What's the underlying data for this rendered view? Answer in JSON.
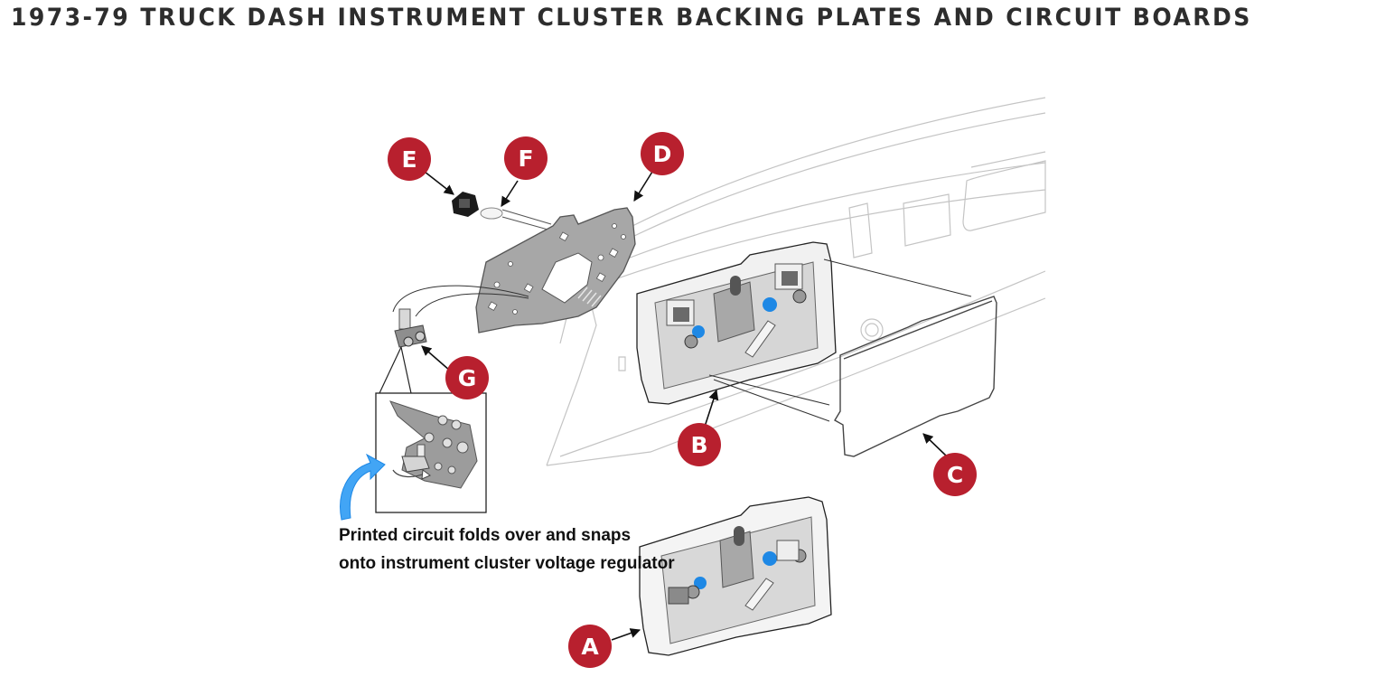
{
  "title": "1973-79 TRUCK DASH INSTRUMENT CLUSTER BACKING PLATES AND CIRCUIT BOARDS",
  "colors": {
    "callout_fill": "#b8202e",
    "callout_text": "#ffffff",
    "plate_gray": "#a7a7a7",
    "housing_gray": "#dcdcdc",
    "bulb_socket_blue": "#1e88e5",
    "arrow_blue": "#42a5f5",
    "dash_outline": "#c4c4c4",
    "title_text": "#2d2d2d"
  },
  "callouts": [
    {
      "letter": "A",
      "part": "instrument-cluster-housing"
    },
    {
      "letter": "B",
      "part": "instrument-cluster-housing-installed"
    },
    {
      "letter": "C",
      "part": "printed-circuit-board"
    },
    {
      "letter": "D",
      "part": "backing-plate"
    },
    {
      "letter": "E",
      "part": "bulb-socket"
    },
    {
      "letter": "F",
      "part": "bulb"
    },
    {
      "letter": "G",
      "part": "voltage-regulator"
    }
  ],
  "caption": {
    "line1": "Printed circuit folds over and snaps",
    "line2": "onto instrument cluster voltage regulator"
  }
}
